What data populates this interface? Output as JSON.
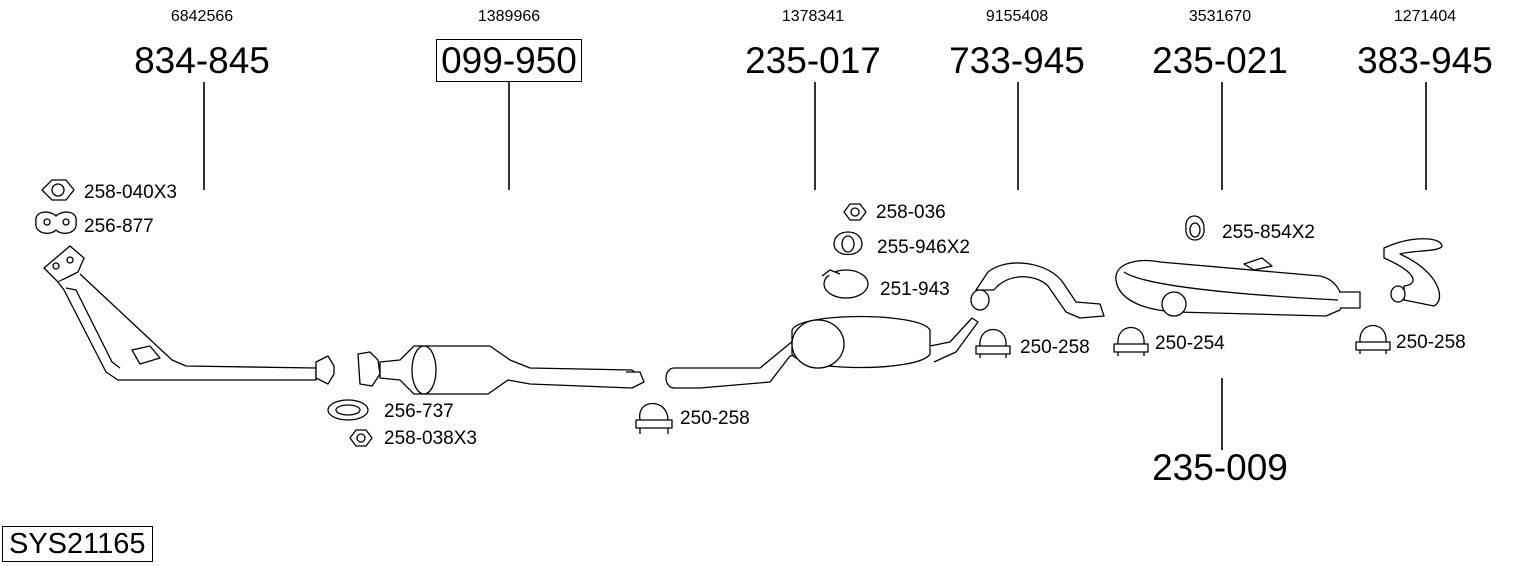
{
  "system_code": "SYS21165",
  "main_parts": [
    {
      "ref": "6842566",
      "part": "834-845",
      "boxed": false
    },
    {
      "ref": "1389966",
      "part": "099-950",
      "boxed": true
    },
    {
      "ref": "1378341",
      "part": "235-017",
      "boxed": false
    },
    {
      "ref": "9155408",
      "part": "733-945",
      "boxed": false
    },
    {
      "ref": "3531670",
      "part": "235-021",
      "boxed": false
    },
    {
      "ref": "1271404",
      "part": "383-945",
      "boxed": false
    }
  ],
  "bottom_part": "235-009",
  "accessories": [
    {
      "label": "258-040X3",
      "icon": "nut-icon"
    },
    {
      "label": "256-877",
      "icon": "gasket-icon"
    },
    {
      "label": "256-737",
      "icon": "ring-gasket-icon"
    },
    {
      "label": "258-038X3",
      "icon": "flange-nut-icon"
    },
    {
      "label": "250-258",
      "icon": "clamp-icon"
    },
    {
      "label": "258-036",
      "icon": "flange-nut-icon"
    },
    {
      "label": "255-946X2",
      "icon": "rubber-mount-icon"
    },
    {
      "label": "251-943",
      "icon": "band-clamp-icon"
    },
    {
      "label": "250-258",
      "icon": "clamp-icon"
    },
    {
      "label": "255-854X2",
      "icon": "rubber-mount-icon"
    },
    {
      "label": "250-254",
      "icon": "clamp-icon"
    },
    {
      "label": "250-258",
      "icon": "clamp-icon"
    }
  ]
}
